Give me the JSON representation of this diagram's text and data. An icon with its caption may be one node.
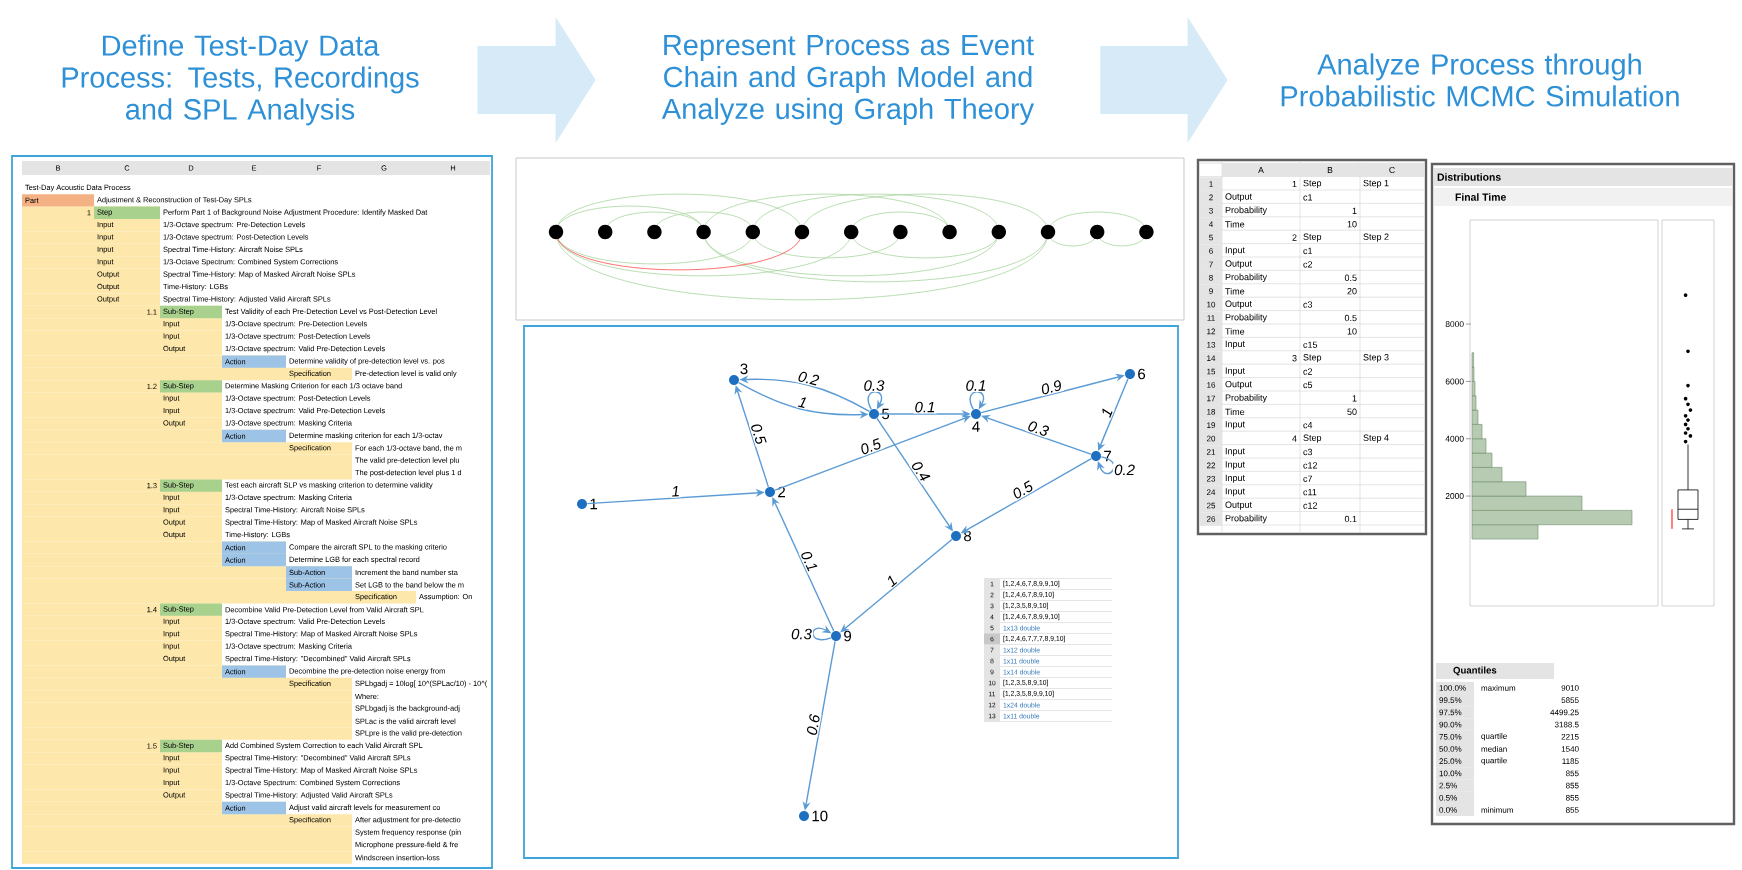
{
  "diagram": {
    "nodes": [
      {
        "text": [
          "Define Test-Day Data Process: Tests, Recordings and SPL Analysis"
        ]
      },
      {
        "text": [
          "Represent Process as Event Chain and Graph Model and Analyze using Graph Theory"
        ]
      },
      {
        "text": [
          "Analyze Process through Probabilistic MCMC Simulation"
        ]
      },
      {
        "text": [
          "1"
        ]
      },
      {
        "text": [
          "2"
        ]
      },
      {
        "text": [
          "3"
        ]
      },
      {
        "text": [
          "4"
        ]
      },
      {
        "text": [
          "5"
        ]
      },
      {
        "text": [
          "6"
        ]
      },
      {
        "text": [
          "7"
        ]
      },
      {
        "text": [
          "8"
        ]
      },
      {
        "text": [
          "9"
        ]
      },
      {
        "text": [
          "10"
        ]
      }
    ],
    "edges": [
      {
        "from": 0,
        "to": 1,
        "arrow": "to",
        "style": "thick",
        "color": "#d6eaf8"
      },
      {
        "from": 1,
        "to": 2,
        "arrow": "to",
        "style": "thick",
        "color": "#d6eaf8"
      },
      {
        "from": 3,
        "to": 4,
        "arrow": "to",
        "label": "1"
      },
      {
        "from": 4,
        "to": 5,
        "arrow": "to",
        "label": "0.5"
      },
      {
        "from": 5,
        "to": 7,
        "arrow": "to",
        "label": "1"
      },
      {
        "from": 7,
        "to": 5,
        "arrow": "to",
        "label": "0.2"
      },
      {
        "from": 7,
        "to": 7,
        "arrow": "to",
        "label": "0.3"
      },
      {
        "from": 7,
        "to": 6,
        "arrow": "to",
        "label": "0.1"
      },
      {
        "from": 6,
        "to": 6,
        "arrow": "to",
        "label": "0.1"
      },
      {
        "from": 4,
        "to": 6,
        "arrow": "to",
        "label": "0.5"
      },
      {
        "from": 6,
        "to": 8,
        "arrow": "to",
        "label": "0.9"
      },
      {
        "from": 8,
        "to": 9,
        "arrow": "to",
        "label": "1"
      },
      {
        "from": 9,
        "to": 6,
        "arrow": "to",
        "label": "0.3"
      },
      {
        "from": 9,
        "to": 9,
        "arrow": "to",
        "label": "0.2"
      },
      {
        "from": 9,
        "to": 10,
        "arrow": "to",
        "label": "0.5"
      },
      {
        "from": 7,
        "to": 10,
        "arrow": "to",
        "label": "0.4"
      },
      {
        "from": 10,
        "to": 11,
        "arrow": "to",
        "label": "1"
      },
      {
        "from": 11,
        "to": 4,
        "arrow": "to",
        "label": "0.1"
      },
      {
        "from": 11,
        "to": 11,
        "arrow": "to",
        "label": "0.3"
      },
      {
        "from": 11,
        "to": 12,
        "arrow": "to",
        "label": "0.6"
      }
    ],
    "labels": [
      "B",
      "C",
      "D",
      "E",
      "F",
      "G",
      "H",
      "Test-Day Acoustic Data Process",
      "Part",
      "Adjustment & Reconstruction of Test-Day SPLs",
      "1",
      "Step",
      "Perform Part 1 of Background Noise Adjustment Procedure: Identify Masked Dat",
      "Input",
      "1/3-Octave spectrum: Pre-Detection Levels",
      "Input",
      "1/3-Octave spectrum: Post-Detection Levels",
      "Input",
      "Spectral Time-History: Aircraft Noise SPLs",
      "Input",
      "1/3-Octave Spectrum: Combined System Corrections",
      "Output",
      "Spectral Time-History: Map of Masked Aircraft Noise SPLs",
      "Output",
      "Time-History: LGBs",
      "Output",
      "Spectral Time-History: Adjusted Valid Aircraft SPLs",
      "1.1",
      "Sub-Step",
      "Test Validity of each Pre-Detection Level vs Post-Detection Level",
      "Input",
      "1/3-Octave spectrum: Pre-Detection Levels",
      "Input",
      "1/3-Octave spectrum: Post-Detection Levels",
      "Output",
      "1/3-Octave spectrum: Valid Pre-Detection Levels",
      "Action",
      "Determine validity of pre-detection level vs. pos",
      "Specification",
      "Pre-detection level is valid only",
      "1.2",
      "Sub-Step",
      "Determine Masking Criterion for each 1/3 octave band",
      "Input",
      "1/3-Octave spectrum: Post-Detection Levels",
      "Input",
      "1/3-Octave spectrum: Valid Pre-Detection Levels",
      "Output",
      "1/3-Octave spectrum: Masking Criteria",
      "Action",
      "Determine masking criterion for each 1/3-octav",
      "Specification",
      "For each 1/3-octave band, the m",
      "The valid pre-detection level plu",
      "The post-detection level plus 1 d",
      "1.3",
      "Sub-Step",
      "Test each aircraft SLP vs masking criterion to determine validity",
      "Input",
      "1/3-Octave spectrum: Masking Criteria",
      "Input",
      "Spectral Time-History: Aircraft Noise SPLs",
      "Output",
      "Spectral Time-History: Map of Masked Aircraft Noise SPLs",
      "Output",
      "Time-History: LGBs",
      "Action",
      "Compare the aircraft SPL to the masking criterio",
      "Action",
      "Determine LGB for each spectral record",
      "Sub-Action",
      "Increment the band number sta",
      "Sub-Action",
      "Set LGB to the band below the m",
      "Specification",
      "Assumption: On",
      "1.4",
      "Sub-Step",
      "Decombine Valid Pre-Detection Level from Valid Aircraft SPL",
      "Input",
      "1/3-Octave spectrum: Valid Pre-Detection Levels",
      "Input",
      "Spectral Time-History: Map of Masked Aircraft Noise SPLs",
      "Input",
      "1/3-Octave spectrum: Masking Criteria",
      "Output",
      "Spectral Time-History: \"Decombined\" Valid Aircraft SPLs",
      "Action",
      "Decombine the pre-detection noise energy from",
      "Specification",
      "SPLbgadj = 10log[ 10^(SPLac/10) - 10^(",
      "Where:",
      "SPLbgadj is the background-adj",
      "SPLac is the valid aircraft level",
      "SPLpre is the valid pre-detection",
      "1.5",
      "Sub-Step",
      "Add Combined System Correction to each Valid Aircraft SPL",
      "Input",
      "Spectral Time-History: \"Decombined\" Valid Aircraft SPLs",
      "Input",
      "Spectral Time-History: Map of Masked Aircraft Noise SPLs",
      "Input",
      "1/3-Octave Spectrum: Combined System Corrections",
      "Output",
      "Spectral Time-History: Adjusted Valid Aircraft SPLs",
      "Action",
      "Adjust valid aircraft levels for measurement co",
      "Specification",
      "After adjustment for pre-detectio",
      "System frequency response (pin",
      "Microphone pressure-field & fre",
      "Windscreen insertion-loss",
      "1",
      "[1,2,4,6,7,8,9,9,10]",
      "2",
      "[1,2,4,6,7,8,9,10]",
      "3",
      "[1,2,3,5,8,9,10]",
      "4",
      "[1,2,4,6,7,8,9,9,10]",
      "5",
      "1x13 double",
      "6",
      "[1,2,4,6,7,7,7,8,9,10]",
      "7",
      "1x12 double",
      "8",
      "1x11 double",
      "9",
      "1x14 double",
      "10",
      "[1,2,3,5,8,9,10]",
      "11",
      "[1,2,3,5,8,9,9,10]",
      "12",
      "1x24 double",
      "13",
      "1x11 double",
      "A",
      "B",
      "C",
      "1",
      "1",
      "Step",
      "Step 1",
      "2",
      "Output",
      "c1",
      "3",
      "Probability",
      "1",
      "4",
      "Time",
      "10",
      "5",
      "2",
      "Step",
      "Step 2",
      "6",
      "Input",
      "c1",
      "7",
      "Output",
      "c2",
      "8",
      "Probability",
      "0.5",
      "9",
      "Time",
      "20",
      "10",
      "Output",
      "c3",
      "11",
      "Probability",
      "0.5",
      "12",
      "Time",
      "10",
      "13",
      "Input",
      "c15",
      "14",
      "3",
      "Step",
      "Step 3",
      "15",
      "Input",
      "c2",
      "16",
      "Output",
      "c5",
      "17",
      "Probability",
      "1",
      "18",
      "Time",
      "50",
      "19",
      "Input",
      "c4",
      "20",
      "4",
      "Step",
      "Step 4",
      "21",
      "Input",
      "c3",
      "22",
      "Input",
      "c12",
      "23",
      "Input",
      "c7",
      "24",
      "Input",
      "c11",
      "25",
      "Output",
      "c12",
      "26",
      "Probability",
      "0.1",
      "Distributions",
      "Final Time",
      "8000",
      "6000",
      "4000",
      "2000",
      "Quantiles",
      "100.0%",
      "maximum",
      "9010",
      "99.5%",
      "5855",
      "97.5%",
      "4499.25",
      "90.0%",
      "3188.5",
      "75.0%",
      "quartile",
      "2215",
      "50.0%",
      "median",
      "1540",
      "25.0%",
      "quartile",
      "1185",
      "10.0%",
      "855",
      "2.5%",
      "855",
      "0.5%",
      "855",
      "0.0%",
      "minimum",
      "855"
    ]
  }
}
